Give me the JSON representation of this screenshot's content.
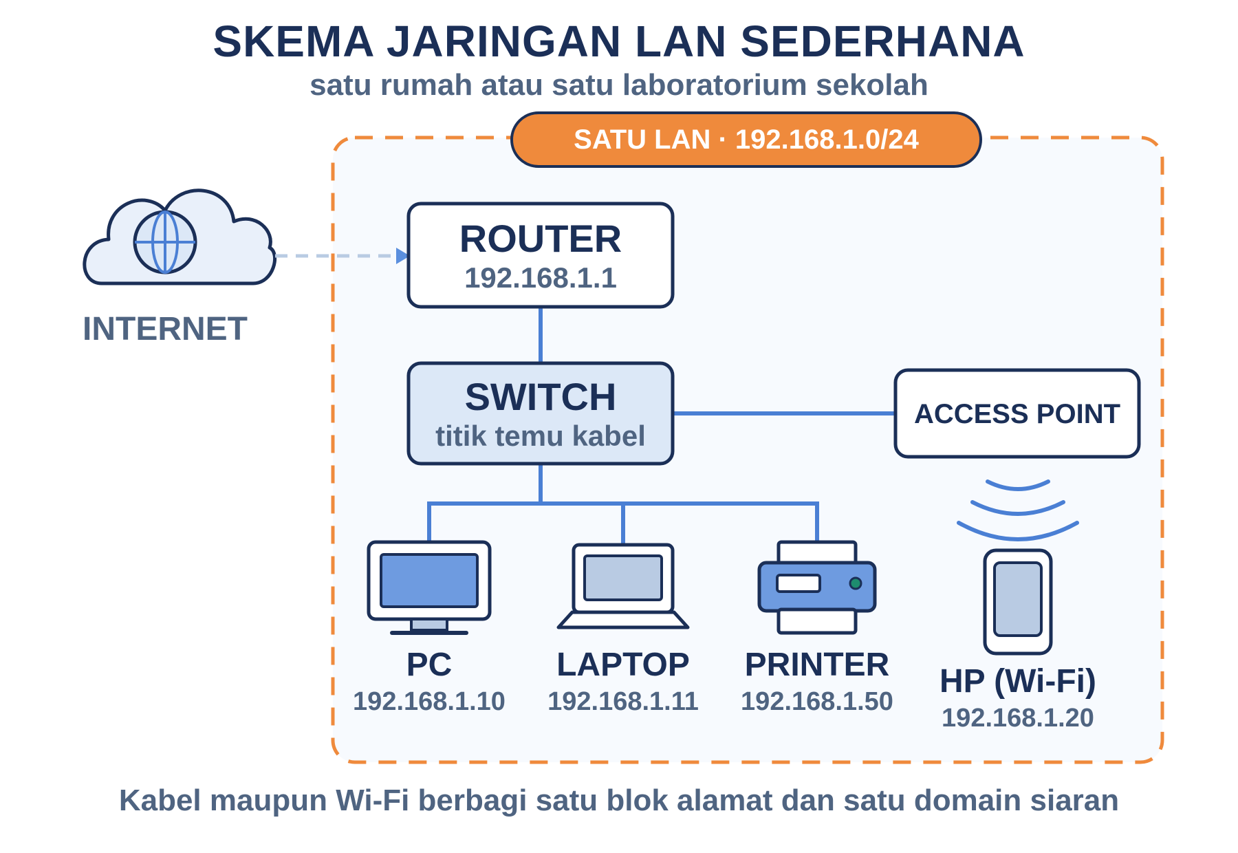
{
  "title": "SKEMA JARINGAN LAN SEDERHANA",
  "subtitle": "satu rumah atau satu laboratorium sekolah",
  "lan_badge": "SATU LAN · 192.168.1.0/24",
  "internet": {
    "label": "INTERNET",
    "icon": "cloud-globe-icon"
  },
  "router": {
    "name": "ROUTER",
    "ip": "192.168.1.1"
  },
  "switch": {
    "name": "SWITCH",
    "desc": "titik temu kabel"
  },
  "access_point": {
    "name": "ACCESS POINT"
  },
  "devices": [
    {
      "name": "PC",
      "ip": "192.168.1.10",
      "icon": "monitor-icon"
    },
    {
      "name": "LAPTOP",
      "ip": "192.168.1.11",
      "icon": "laptop-icon"
    },
    {
      "name": "PRINTER",
      "ip": "192.168.1.50",
      "icon": "printer-icon"
    },
    {
      "name": "HP (Wi-Fi)",
      "ip": "192.168.1.20",
      "icon": "phone-icon"
    }
  ],
  "footer": "Kabel maupun Wi-Fi berbagi satu blok alamat dan satu domain siaran",
  "colors": {
    "navy": "#1b2f57",
    "slate": "#4f6481",
    "orange": "#ef8a3c",
    "link_blue": "#4a7fd4",
    "switch_fill": "#dce8f7",
    "lan_fill": "#f7fafe"
  }
}
